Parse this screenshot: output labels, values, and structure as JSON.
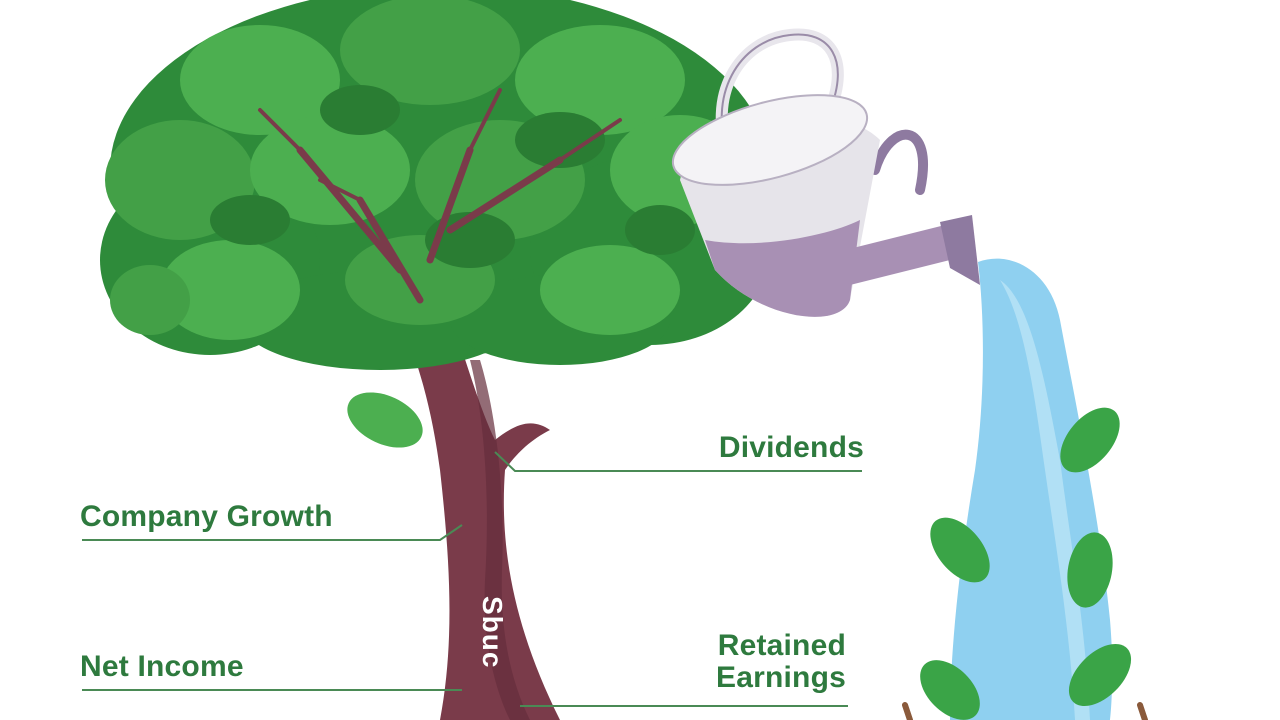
{
  "labels": {
    "company_growth": "Company Growth",
    "net_income": "Net Income",
    "dividends": "Dividends",
    "retained_line1": "Retained",
    "retained_line2": "Earnings",
    "trunk_text": "Sbuc"
  },
  "icons": {
    "tree": "tree-icon",
    "watering_can": "watering-can-icon",
    "water": "water-stream-icon",
    "sapling": "sapling-icon"
  },
  "colors": {
    "label_green": "#2e7a3e",
    "leaf_dark": "#2e8b3a",
    "leaf_light": "#4caf50",
    "trunk": "#7a3b4a",
    "can_body": "#e6e4ea",
    "can_shade": "#a890b4",
    "water": "#8fd0f0"
  }
}
